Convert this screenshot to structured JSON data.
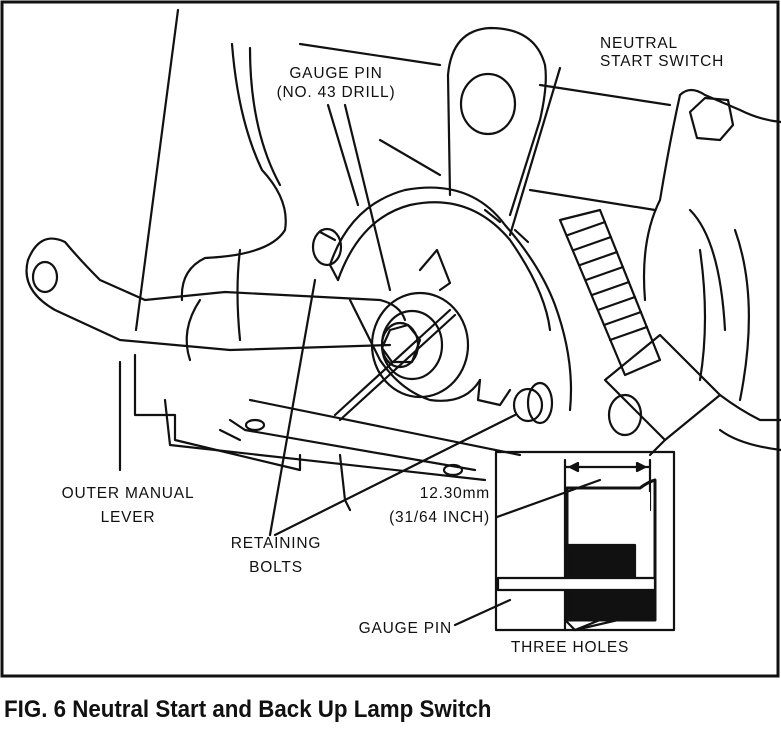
{
  "figure": {
    "caption": "FIG. 6  Neutral Start and Back Up Lamp Switch",
    "labels": {
      "gauge_pin_top_line1": "GAUGE PIN",
      "gauge_pin_top_line2": "(NO. 43 DRILL)",
      "neutral_start_line1": "NEUTRAL",
      "neutral_start_line2": "START SWITCH",
      "outer_manual_line1": "OUTER MANUAL",
      "outer_manual_line2": "LEVER",
      "retaining_line1": "RETAINING",
      "retaining_line2": "BOLTS",
      "dimension_line1": "12.30mm",
      "dimension_line2": "(31/64 INCH)",
      "gauge_pin_bottom": "GAUGE PIN",
      "three_holes": "THREE HOLES"
    }
  }
}
